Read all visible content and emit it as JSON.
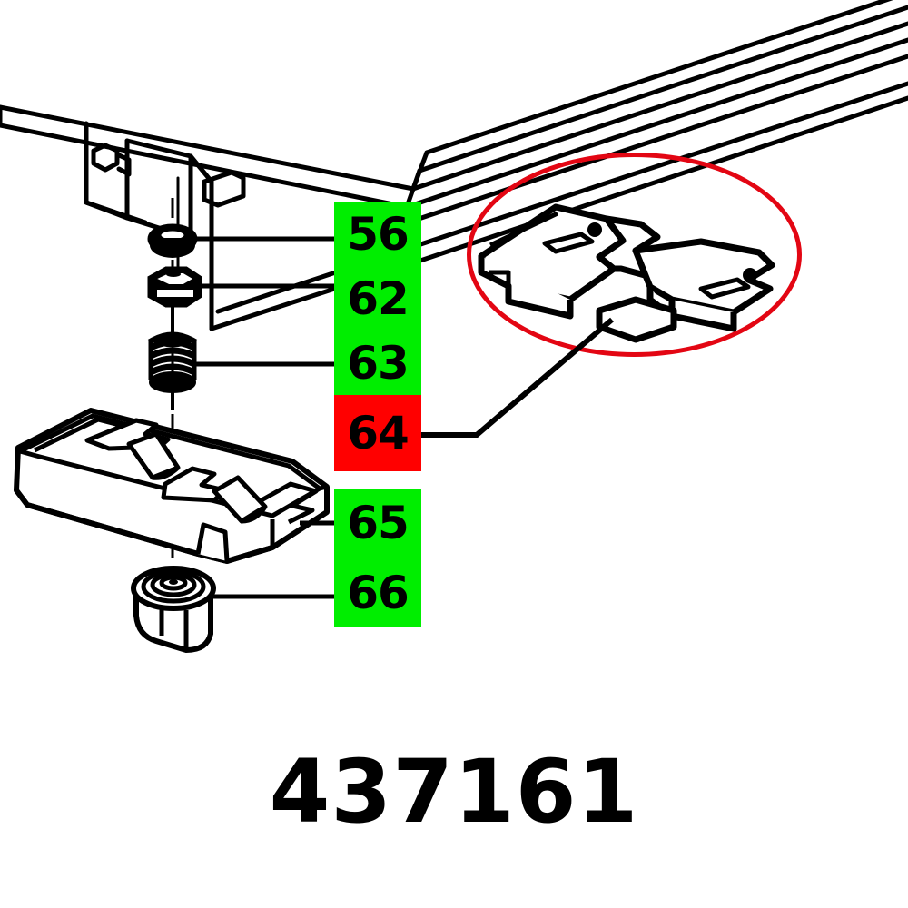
{
  "document": {
    "type": "exploded-parts-diagram",
    "part_number": "437161",
    "background_color": "#FFFFFF",
    "line_color": "#000000"
  },
  "colors": {
    "highlight_green": "#00EE00",
    "highlight_red": "#FF0000",
    "ellipse_red": "#E30613",
    "outline_black": "#000000"
  },
  "callouts": {
    "items": [
      {
        "number": "56",
        "state": "available",
        "color": "#00EE00",
        "part": "washer"
      },
      {
        "number": "62",
        "state": "available",
        "color": "#00EE00",
        "part": "hex-nut"
      },
      {
        "number": "63",
        "state": "available",
        "color": "#00EE00",
        "part": "compression-spring"
      },
      {
        "number": "64",
        "state": "selected",
        "color": "#FF0000",
        "part": "clamp-plate"
      },
      {
        "number": "65",
        "state": "available",
        "color": "#00EE00",
        "part": "clamp-body"
      },
      {
        "number": "66",
        "state": "available",
        "color": "#00EE00",
        "part": "knob"
      }
    ]
  },
  "highlight": {
    "shape": "ellipse",
    "stroke_color": "#E30613",
    "target_callout": "64",
    "label": "detail-view-clamp-plate"
  },
  "drawing": {
    "components": [
      "guide-rail-extrusion",
      "washer",
      "hex-nut",
      "compression-spring",
      "clamp-plate-detail",
      "clamp-body",
      "clamp-knob"
    ]
  }
}
